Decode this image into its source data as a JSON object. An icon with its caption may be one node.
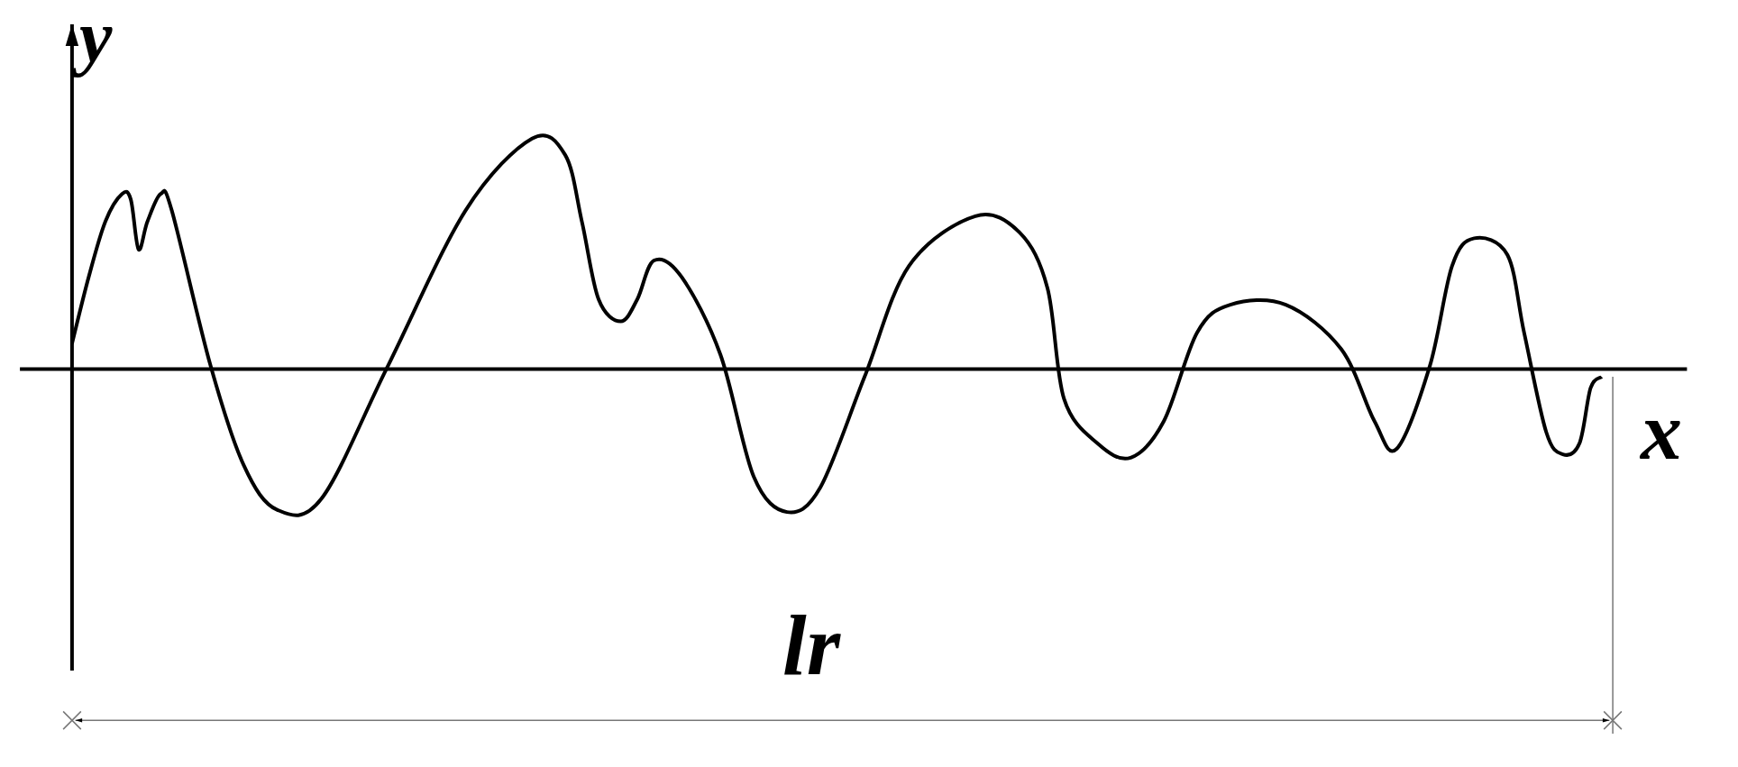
{
  "diagram": {
    "labels": [
      "y",
      "x",
      "lr"
    ]
  }
}
